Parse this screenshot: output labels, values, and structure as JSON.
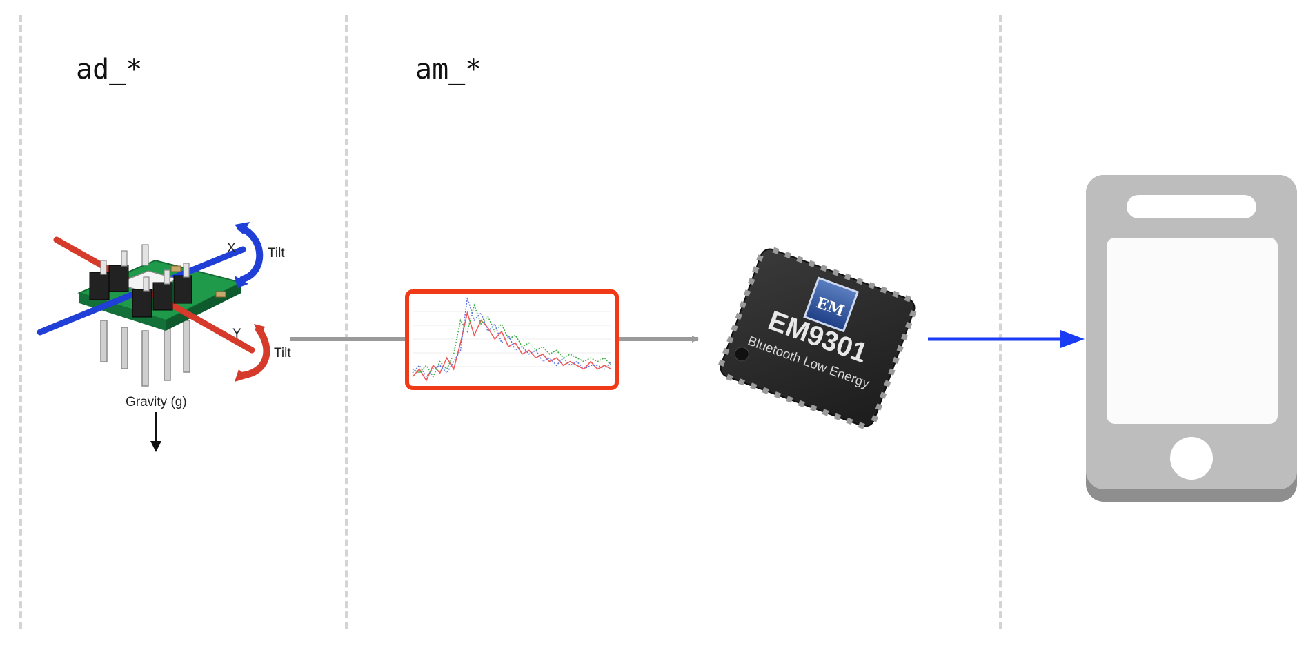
{
  "sections": [
    {
      "title": "ad_*"
    },
    {
      "title": "am_*"
    }
  ],
  "accelerometer": {
    "axis_x": "X",
    "axis_y": "Y",
    "tilt_x": "Tilt",
    "tilt_y": "Tilt",
    "gravity": "Gravity (g)"
  },
  "chip": {
    "logo": "EM",
    "model": "EM9301",
    "subtitle": "Bluetooth Low Energy"
  },
  "colors": {
    "divider": "#d4d4d4",
    "gray_arrow": "#9a9a9a",
    "signal_frame": "#f03a17",
    "ble_arrow": "#1a3cf5",
    "phone_body": "#bdbdbd",
    "chip_body": "#2b2b2b",
    "pcb": "#1e9a4a"
  },
  "chart_data": {
    "type": "line",
    "series": [
      {
        "values": [
          3,
          5,
          2,
          6,
          4,
          8,
          5,
          12,
          20,
          14,
          18,
          16,
          13,
          15,
          11,
          12,
          9,
          10,
          8,
          9,
          7,
          8,
          6,
          7,
          6,
          5,
          7,
          5,
          6,
          5
        ]
      },
      {
        "values": [
          5,
          4,
          6,
          3,
          7,
          5,
          9,
          18,
          15,
          22,
          17,
          19,
          15,
          17,
          13,
          14,
          11,
          12,
          10,
          11,
          9,
          10,
          8,
          9,
          8,
          7,
          8,
          7,
          8,
          6
        ]
      },
      {
        "values": [
          4,
          6,
          3,
          5,
          6,
          4,
          7,
          10,
          24,
          18,
          20,
          15,
          17,
          12,
          14,
          10,
          11,
          9,
          10,
          7,
          8,
          6,
          8,
          6,
          7,
          5,
          6,
          6,
          5,
          7
        ]
      }
    ],
    "colors": [
      "#f25a5a",
      "#3fb14a",
      "#5b77e8"
    ]
  }
}
